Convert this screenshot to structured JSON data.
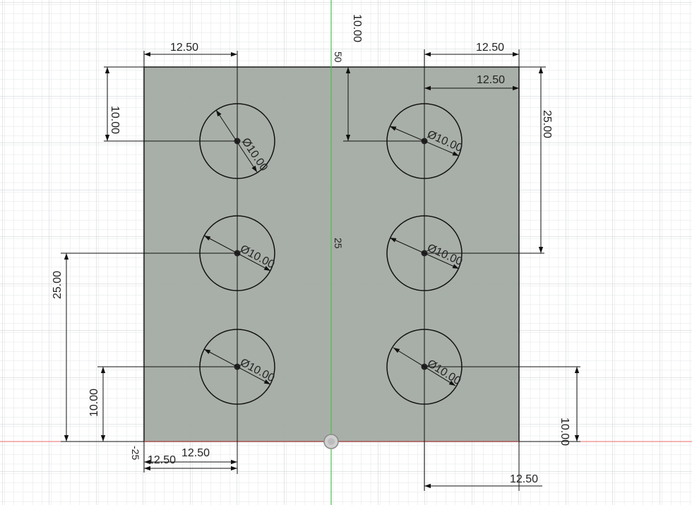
{
  "colors": {
    "background": "#ffffff",
    "grid_minor": "#e1e4e6",
    "grid_major": "#c9ced2",
    "plate_fill": "#a3aba3",
    "plate_edge": "#1a1a1a",
    "y_axis": "#4cbf4c",
    "x_axis": "#e86a6a",
    "dimension": "#111111"
  },
  "axis_labels": {
    "top": "50",
    "middle": "25",
    "left": "-25"
  },
  "holes": [
    {
      "id": "hole-top-left",
      "diameter_label": "Ø10.00"
    },
    {
      "id": "hole-middle-left",
      "diameter_label": "Ø10.00"
    },
    {
      "id": "hole-bottom-left",
      "diameter_label": "Ø10.00"
    },
    {
      "id": "hole-top-right",
      "diameter_label": "Ø10.00"
    },
    {
      "id": "hole-middle-right",
      "diameter_label": "Ø10.00"
    },
    {
      "id": "hole-bottom-right",
      "diameter_label": "Ø10.00"
    }
  ],
  "dimensions": {
    "top_left_horizontal": "12.50",
    "top_right_horizontal": "12.50",
    "right_inner_horizontal": "12.50",
    "bottom_left_horizontal_a": "12.50",
    "bottom_left_horizontal_b": "12.50",
    "bottom_right_horizontal": "12.50",
    "top_center_vertical": "10.00",
    "top_left_vertical": "10.00",
    "right_vertical": "25.00",
    "left_vertical": "25.00",
    "bottom_left_vertical": "10.00",
    "bottom_right_vertical": "10.00"
  }
}
